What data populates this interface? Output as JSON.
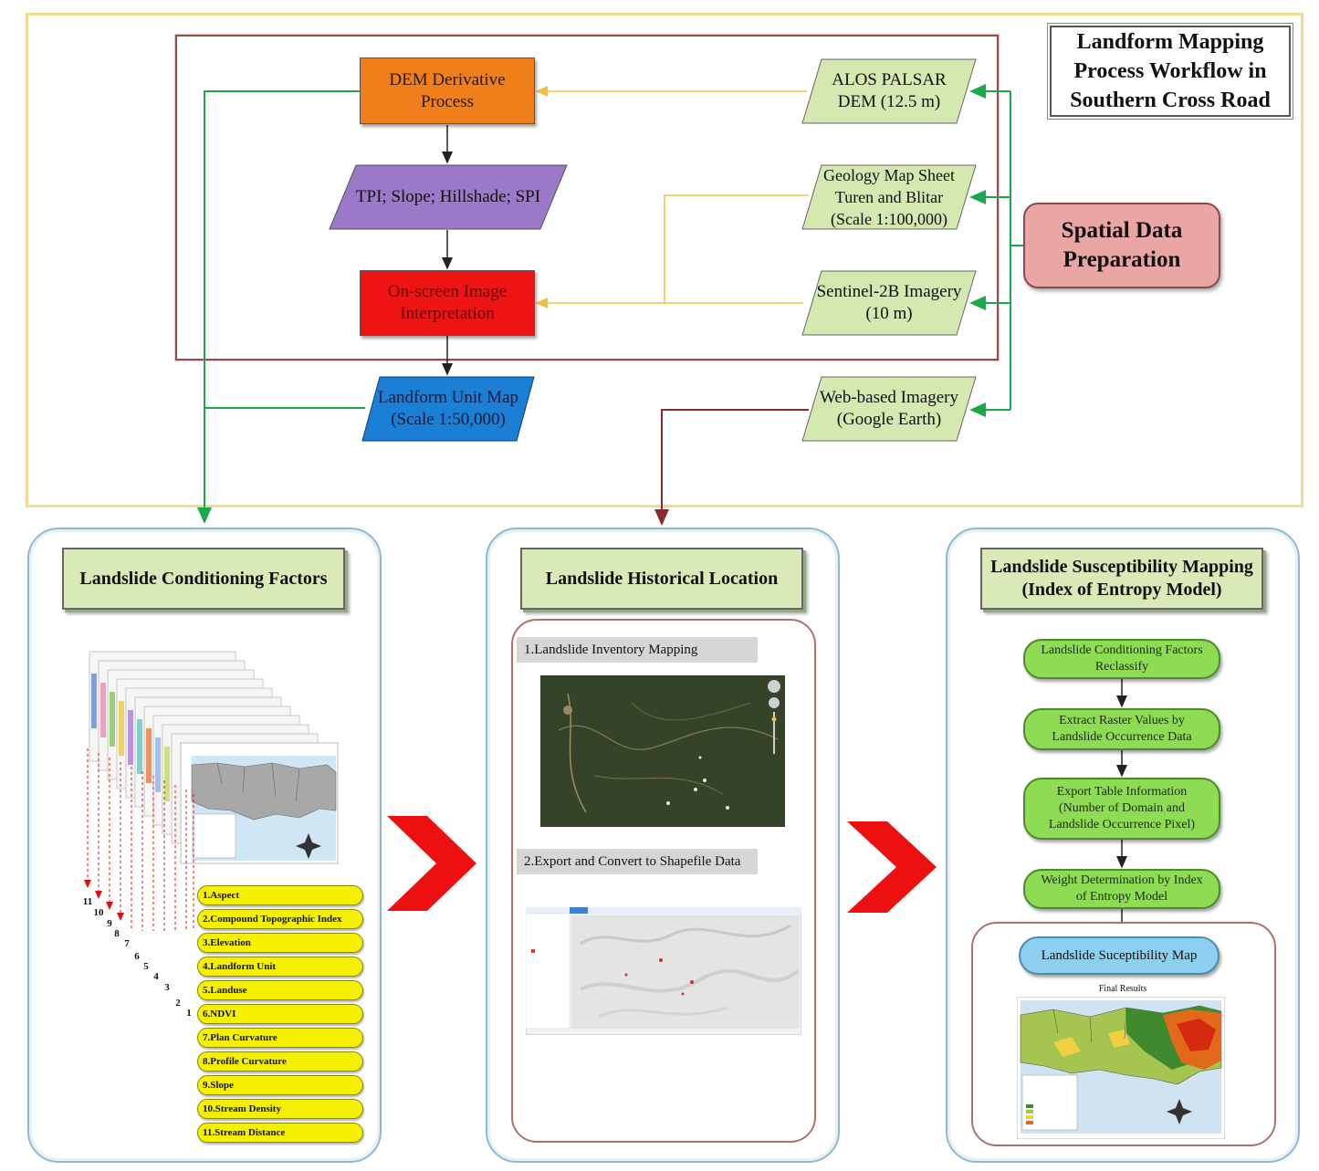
{
  "title": {
    "line1": "Landform Mapping",
    "line2": "Process Workflow in",
    "line3": "Southern Cross Road"
  },
  "nodes": {
    "dem_derivative": {
      "line1": "DEM Derivative",
      "line2": "Process"
    },
    "tpi": {
      "line1": "TPI; Slope; Hillshade; SPI"
    },
    "onscreen": {
      "line1": "On-screen Image",
      "line2": "Interpretation"
    },
    "landform_unit": {
      "line1": "Landform Unit Map",
      "line2": "(Scale 1:50,000)"
    },
    "alos": {
      "line1": "ALOS PALSAR",
      "line2": "DEM (12.5 m)"
    },
    "geology": {
      "line1": "Geology Map Sheet",
      "line2": "Turen and Blitar",
      "line3": "(Scale 1:100,000)"
    },
    "sentinel": {
      "line1": "Sentinel-2B Imagery",
      "line2": "(10 m)"
    },
    "web": {
      "line1": "Web-based Imagery",
      "line2": "(Google Earth)"
    },
    "spatial": {
      "line1": "Spatial Data",
      "line2": "Preparation"
    }
  },
  "panels": {
    "conditioning": {
      "title": "Landslide Conditioning Factors"
    },
    "historical": {
      "title": "Landslide Historical Location",
      "step1": "1.Landslide Inventory Mapping",
      "step2": "2.Export and Convert to Shapefile Data"
    },
    "susceptibility": {
      "title_line1": "Landslide Susceptibility Mapping",
      "title_line2": "(Index of Entropy Model)",
      "steps": [
        {
          "line1": "Landslide Conditioning Factors",
          "line2": "Reclassify"
        },
        {
          "line1": "Extract Raster Values by",
          "line2": "Landslide Occurrence Data"
        },
        {
          "line1": "Export Table Information",
          "line2": "(Number of Domain and",
          "line3": "Landslide Occurrence Pixel)"
        },
        {
          "line1": "Weight Determination by Index",
          "line2": "of Entropy Model"
        }
      ],
      "final_map": "Landslide Suceptibility Map",
      "final_results": "Final Results"
    }
  },
  "factors": [
    "1.Aspect",
    "2.Compound Topographic Index",
    "3.Elevation",
    "4.Landform Unit",
    "5.Landuse",
    "6.NDVI",
    "7.Plan Curvature",
    "8.Profile Curvature",
    "9.Slope",
    "10.Stream Density",
    "11.Stream Distance"
  ],
  "stack_numbers": [
    "11",
    "10",
    "9",
    "8",
    "7",
    "6",
    "5",
    "4",
    "3",
    "2",
    "1"
  ],
  "colors": {
    "frame_yellow": "#f2dc8c",
    "orange": "#f07f1b",
    "purple": "#9b78c8",
    "red": "#ee1414",
    "blue": "#1b7fd6",
    "light_green": "#d4e8b0",
    "pink": "#eaa5a5",
    "green_arrow": "#1aa84a",
    "yellow_arrow": "#f2c040",
    "brown_arrow": "#8b2a2a",
    "big_red_arrow": "#ee1010"
  }
}
